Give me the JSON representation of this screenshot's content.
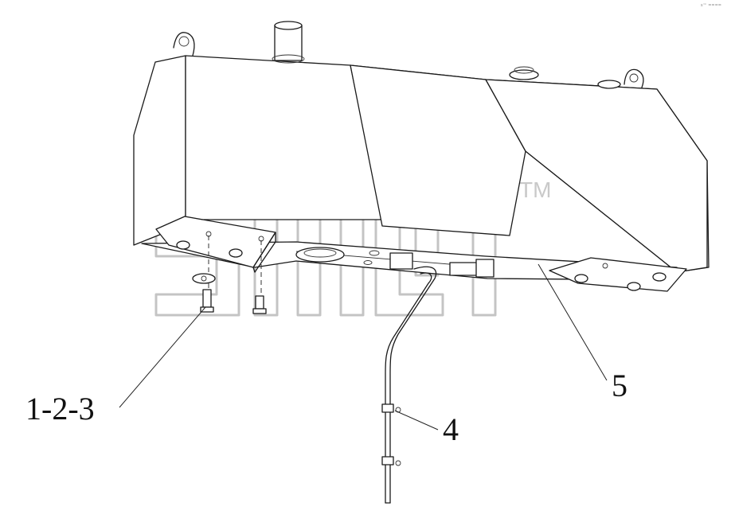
{
  "diagram": {
    "callouts": {
      "bolt_group": "1-2-3",
      "pipe": "4",
      "tank": "5"
    },
    "watermark": {
      "logo_text": "SMB",
      "trademark": "TM"
    },
    "corner_mark": "s™ ====",
    "colors": {
      "ink": "#1a1a1a",
      "watermark": "#c9c9c9",
      "background": "#ffffff"
    }
  }
}
